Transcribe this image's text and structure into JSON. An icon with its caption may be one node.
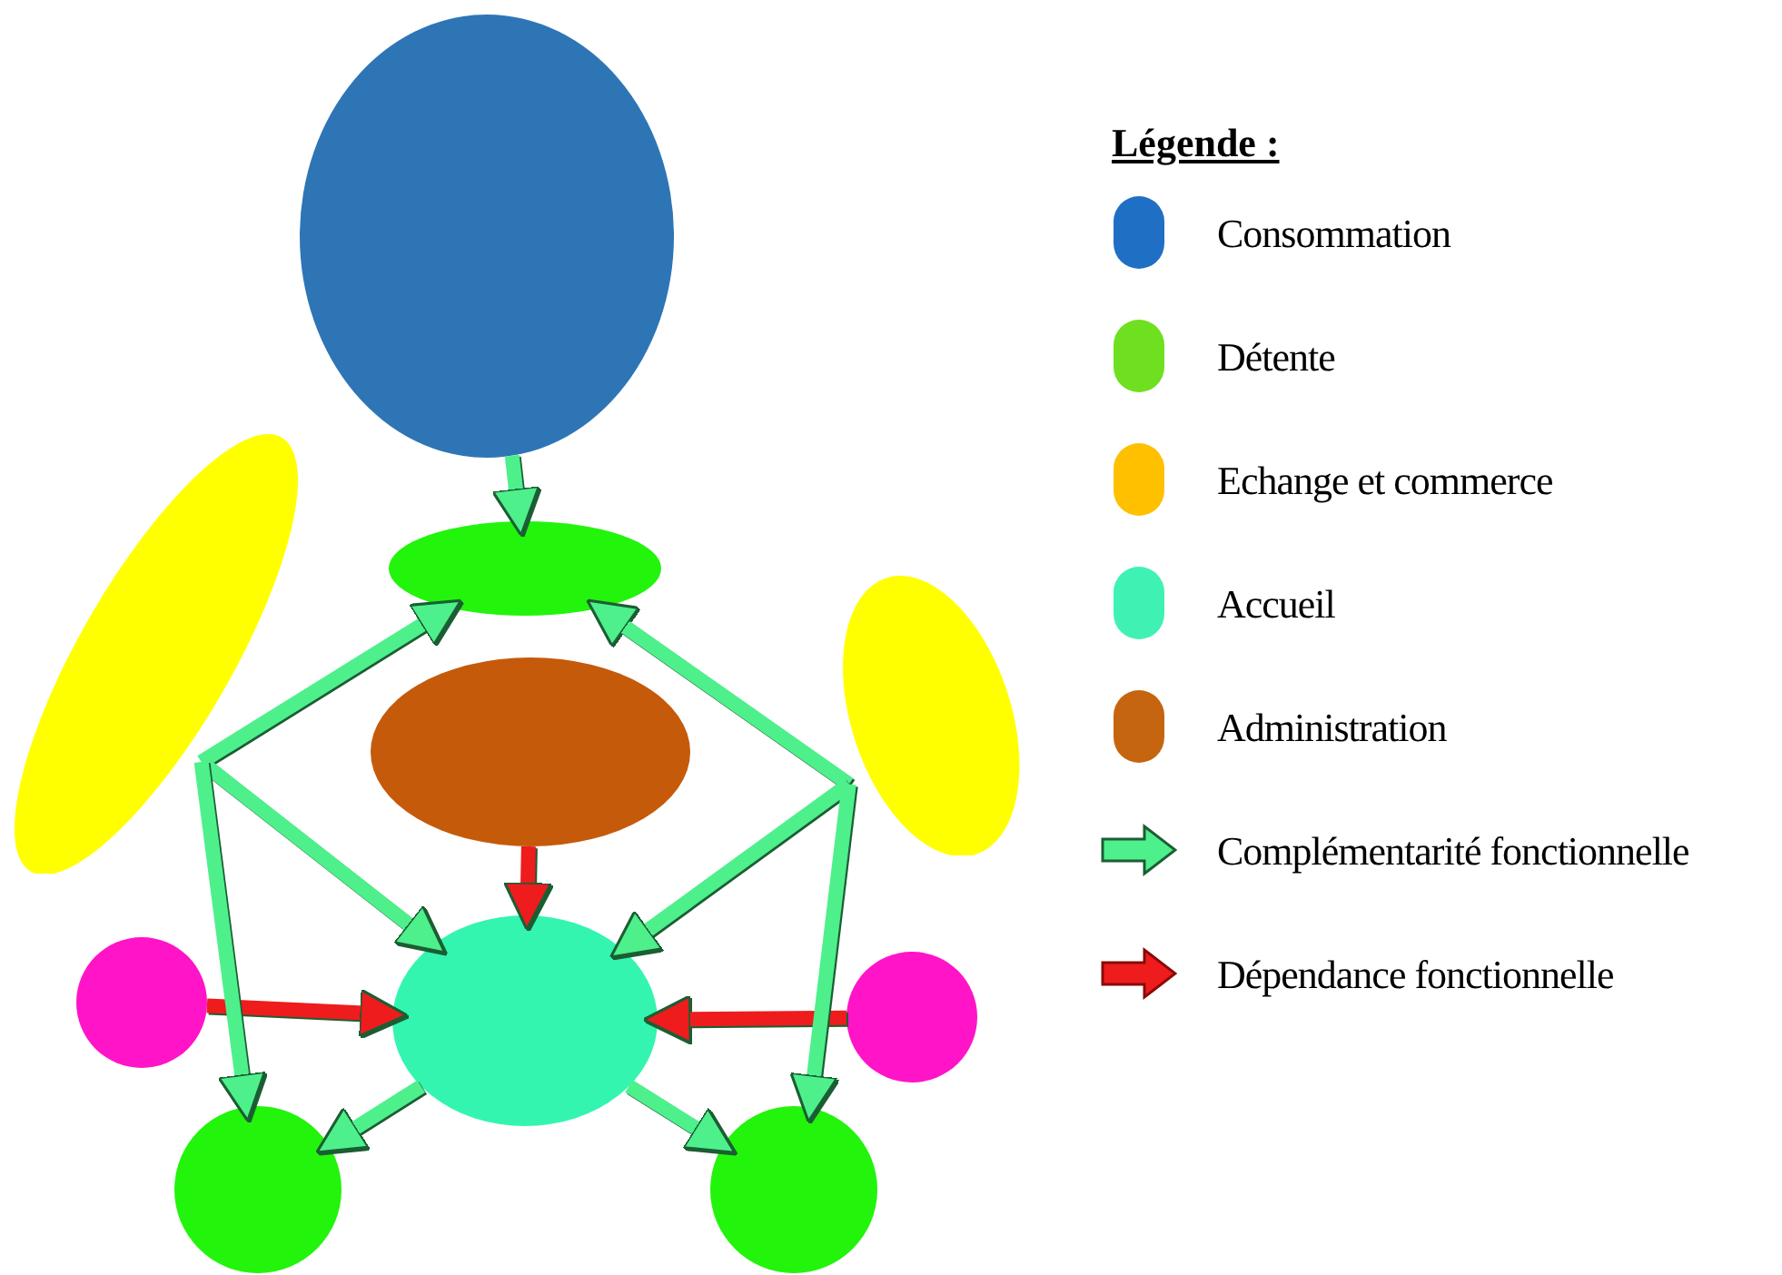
{
  "diagram": {
    "nodes": [
      {
        "text": [],
        "shape": "ellipse"
      },
      {
        "text": [],
        "shape": "ellipse"
      },
      {
        "text": [],
        "shape": "ellipse"
      },
      {
        "text": [],
        "shape": "ellipse"
      },
      {
        "text": [],
        "shape": "ellipse"
      },
      {
        "text": [],
        "shape": "circle"
      },
      {
        "text": [],
        "shape": "ellipse"
      },
      {
        "text": [],
        "shape": "circle"
      },
      {
        "text": [],
        "shape": "circle"
      },
      {
        "text": [],
        "shape": "circle"
      }
    ],
    "edges": [
      {
        "from": 0,
        "to": 2,
        "arrow": "to"
      },
      {
        "from": 1,
        "to": 2,
        "arrow": "to"
      },
      {
        "from": 3,
        "to": 2,
        "arrow": "to"
      },
      {
        "from": 4,
        "to": 6,
        "arrow": "to",
        "color": "#ee1c1c"
      },
      {
        "from": 1,
        "to": 6,
        "arrow": "to"
      },
      {
        "from": 3,
        "to": 6,
        "arrow": "to"
      },
      {
        "from": 5,
        "to": 6,
        "arrow": "to",
        "color": "#ee1c1c"
      },
      {
        "from": 7,
        "to": 6,
        "arrow": "to",
        "color": "#ee1c1c"
      },
      {
        "from": 1,
        "to": 8,
        "arrow": "to"
      },
      {
        "from": 6,
        "to": 8,
        "arrow": "to"
      },
      {
        "from": 6,
        "to": 9,
        "arrow": "to"
      },
      {
        "from": 3,
        "to": 9,
        "arrow": "to"
      }
    ],
    "labels": [
      "Légende :"
    ],
    "legend": [
      {
        "text": "Consommation",
        "color": "#1f6fc5"
      },
      {
        "text": "Détente",
        "color": "#6ee020"
      },
      {
        "text": "Echange et commerce",
        "color": "#ffc000"
      },
      {
        "text": "Accueil",
        "color": "#3ff2b4"
      },
      {
        "text": "Administration",
        "color": "#c5650f"
      },
      {
        "text": "Complémentarité fonctionnelle"
      },
      {
        "text": "Dépendance fonctionnelle"
      }
    ]
  }
}
